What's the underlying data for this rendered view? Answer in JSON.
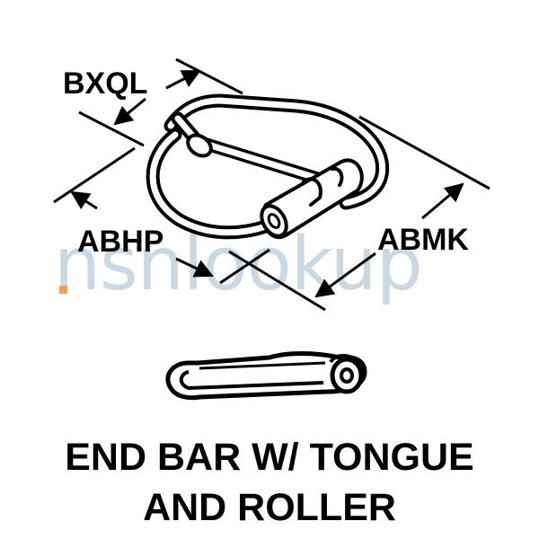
{
  "labels": {
    "bxql": "BXQL",
    "abhp": "ABHP",
    "abmk": "ABMK"
  },
  "watermark": {
    "text": "nsnlookup",
    "dot_color": "#f0a060"
  },
  "title": {
    "line1": "END BAR W/ TONGUE",
    "line2": "AND ROLLER"
  },
  "colors": {
    "ink": "#000000",
    "paper": "#ffffff",
    "watermark": "#9db8cc"
  }
}
